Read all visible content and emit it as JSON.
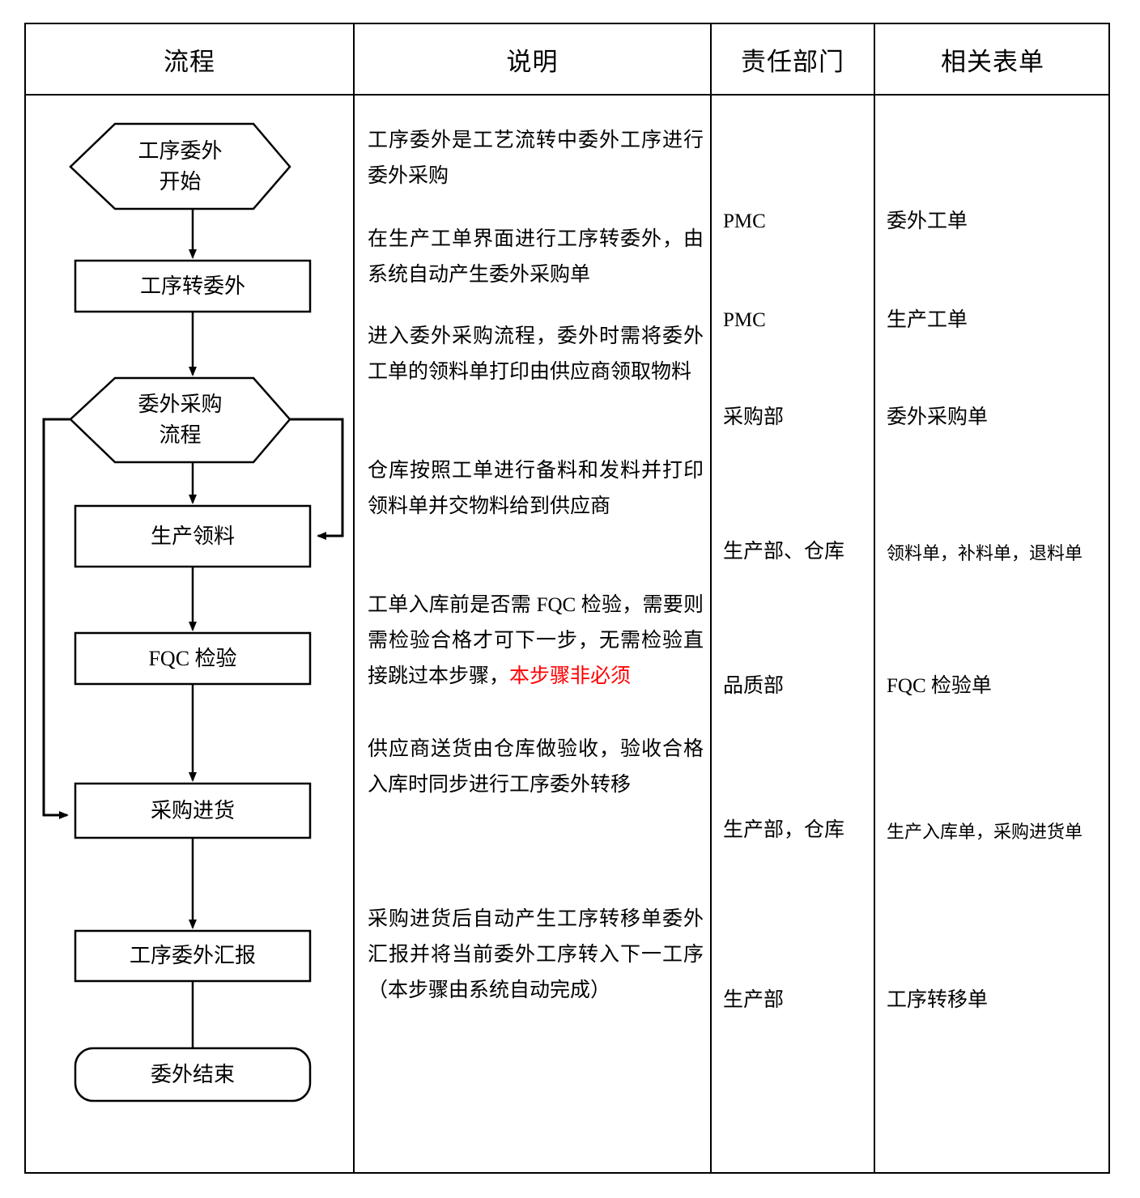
{
  "table": {
    "headers": [
      "流程",
      "说明",
      "责任部门",
      "相关表单"
    ]
  },
  "rows": [
    {
      "node": "工序委外\n开始",
      "node_shape": "hexagon",
      "desc": "工序委外是工艺流转中委外工序进行委外采购",
      "dept": "PMC",
      "form": "委外工单"
    },
    {
      "node": "工序转委外",
      "node_shape": "rect",
      "desc": "在生产工单界面进行工序转委外，由系统自动产生委外采购单",
      "dept": "PMC",
      "form": "生产工单"
    },
    {
      "node": "委外采购\n流程",
      "node_shape": "hexagon",
      "desc": "进入委外采购流程，委外时需将委外工单的领料单打印由供应商领取物料",
      "dept": "采购部",
      "form": "委外采购单"
    },
    {
      "node": "生产领料",
      "node_shape": "rect",
      "desc": "仓库按照工单进行备料和发料并打印领料单并交物料给到供应商",
      "dept": "生产部、仓库",
      "form": "领料单，补料单，退料单"
    },
    {
      "node": "FQC 检验",
      "node_shape": "rect",
      "desc": "工单入库前是否需 FQC 检验，需要则需检验合格才可下一步，无需检验直接跳过本步骤，",
      "desc_red": "本步骤非必须",
      "dept": "品质部",
      "form": "FQC 检验单"
    },
    {
      "node": "采购进货",
      "node_shape": "rect",
      "desc": "供应商送货由仓库做验收，验收合格入库时同步进行工序委外转移",
      "dept": "生产部，仓库",
      "form": "生产入库单，采购进货单"
    },
    {
      "node": "工序委外汇报",
      "node_shape": "rect",
      "desc": "采购进货后自动产生工序转移单委外汇报并将当前委外工序转入下一工序（本步骤由系统自动完成）",
      "dept": "生产部",
      "form": "工序转移单"
    },
    {
      "node": "委外结束",
      "node_shape": "rounded-rect",
      "desc": "",
      "dept": "",
      "form": ""
    }
  ],
  "flow_nodes": {
    "n0": {
      "line1": "工序委外",
      "line2": "开始"
    },
    "n1": {
      "line1": "工序转委外",
      "line2": ""
    },
    "n2": {
      "line1": "委外采购",
      "line2": "流程"
    },
    "n3": {
      "line1": "生产领料",
      "line2": ""
    },
    "n4": {
      "line1": "FQC 检验",
      "line2": ""
    },
    "n5": {
      "line1": "采购进货",
      "line2": ""
    },
    "n6": {
      "line1": "工序委外汇报",
      "line2": ""
    },
    "n7": {
      "line1": "委外结束",
      "line2": ""
    }
  },
  "colors": {
    "line": "#000000",
    "text": "#000000",
    "highlight": "#ff0000",
    "background": "#ffffff"
  }
}
